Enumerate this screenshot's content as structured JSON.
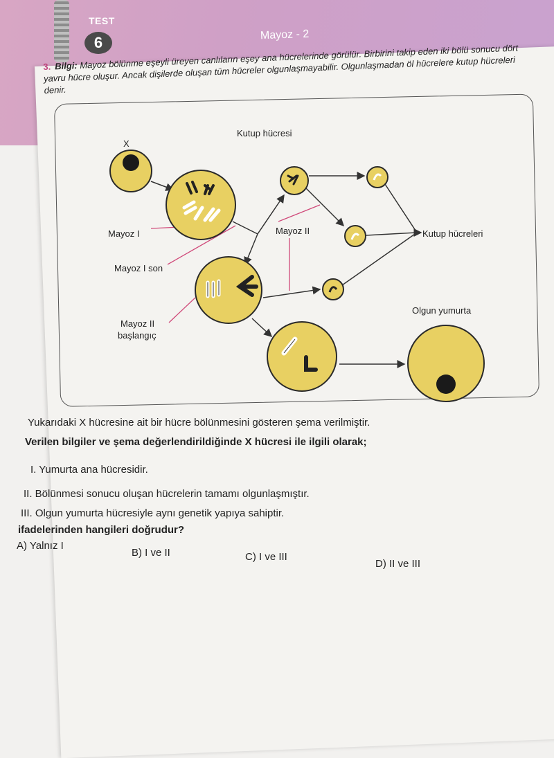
{
  "header": {
    "test_label": "TEST",
    "test_number": "6",
    "topic": "Mayoz - 2"
  },
  "question": {
    "number": "3.",
    "info_label": "Bilgi:",
    "info_text": "Mayoz bölünme eşeyli üreyen canlıların eşey ana hücrelerinde görülür. Birbirini takip eden iki bölü sonucu dört yavru hücre oluşur. Ancak dişilerde oluşan tüm hücreler olgunlaşmayabilir. Olgunlaşmadan öl hücrelere kutup hücreleri denir."
  },
  "diagram": {
    "labels": {
      "x": "X",
      "kutup_hucresi": "Kutup hücresi",
      "mayoz1": "Mayoz I",
      "mayoz1_son": "Mayoz I son",
      "mayoz2_baslangic_1": "Mayoz II",
      "mayoz2_baslangic_2": "başlangıç",
      "mayoz2": "Mayoz II",
      "kutup_hucreleri": "Kutup hücreleri",
      "olgun_yumurta": "Olgun yumurta"
    },
    "colors": {
      "cell_fill": "#e8d062",
      "cell_stroke": "#2a2a2a",
      "pointer": "#d04a7a"
    }
  },
  "body": {
    "intro": "Yukarıdaki X hücresine ait bir hücre bölünmesini gösteren şema verilmiştir.",
    "prompt": "Verilen bilgiler ve şema değerlendirildiğinde X hücresi ile ilgili olarak;",
    "statements": [
      "I. Yumurta ana hücresidir.",
      "II. Bölünmesi sonucu oluşan hücrelerin tamamı olgunlaşmıştır.",
      "III. Olgun yumurta hücresiyle aynı genetik yapıya sahiptir."
    ],
    "question": "ifadelerinden hangileri doğrudur?",
    "options": [
      "A) Yalnız I",
      "B) I ve II",
      "C) I ve III",
      "D) II ve III"
    ]
  }
}
